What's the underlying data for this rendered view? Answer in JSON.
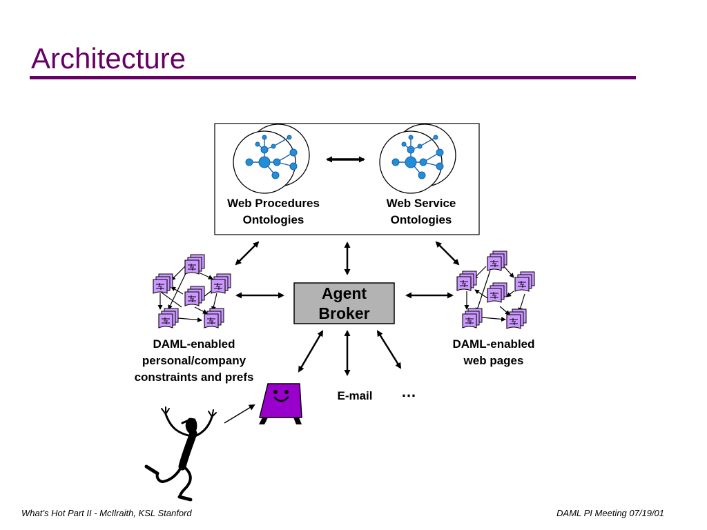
{
  "slide": {
    "title": "Architecture",
    "title_color": "#660066"
  },
  "diagram": {
    "ontology_box": {
      "procedures_label": "Web Procedures\nOntologies",
      "service_label": "Web Service\nOntologies",
      "icon": "ontology-graph-icon"
    },
    "broker": {
      "label": "Agent\nBroker",
      "fill": "#b3b3b3"
    },
    "personal_cluster": {
      "label": "DAML-enabled\npersonal/company\nconstraints and prefs",
      "icon": "daml-document-icon",
      "doc_color": "#cc99ff"
    },
    "web_cluster": {
      "label": "DAML-enabled\nweb pages",
      "icon": "daml-document-icon"
    },
    "email_label": "E-mail",
    "ellipsis_label": "…",
    "agent_icon": "agent-robot-icon",
    "agent_color": "#9900cc",
    "person_icon": "dancing-person-icon"
  },
  "footer": {
    "left": "What’s Hot Part II - McIlraith, KSL Stanford",
    "right": "DAML PI Meeting 07/19/01"
  }
}
